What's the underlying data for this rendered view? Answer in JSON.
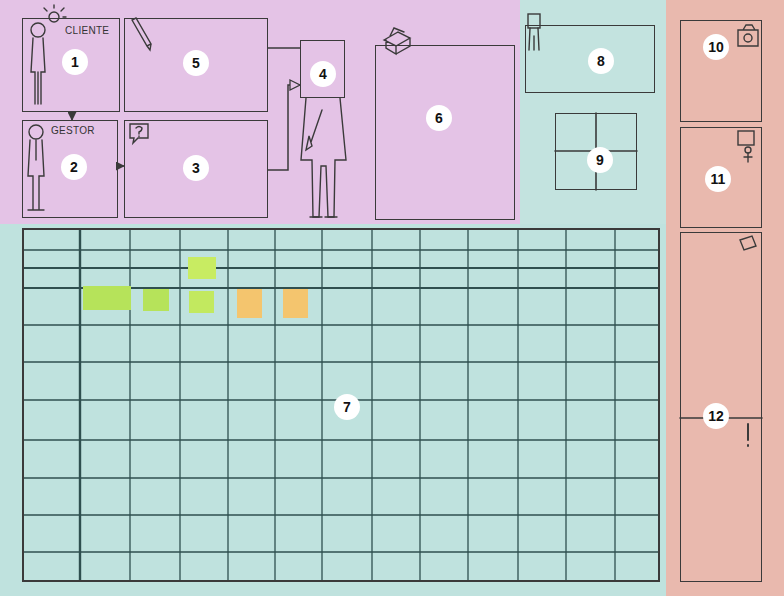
{
  "diagram": {
    "nodes": [
      {
        "text": [
          "CLIENTE",
          "1"
        ]
      },
      {
        "text": [
          "GESTOR",
          "2"
        ]
      },
      {
        "text": [
          "3"
        ]
      },
      {
        "text": [
          "4"
        ]
      },
      {
        "text": [
          "5"
        ]
      },
      {
        "text": [
          "6"
        ]
      },
      {
        "text": [
          "7"
        ]
      },
      {
        "text": [
          "8"
        ]
      },
      {
        "text": [
          "9"
        ]
      },
      {
        "text": [
          "10"
        ]
      },
      {
        "text": [
          "11"
        ]
      },
      {
        "text": [
          "12"
        ]
      }
    ],
    "edges": [
      {
        "from": 0,
        "to": 1,
        "arrow": "to"
      },
      {
        "from": 1,
        "to": 2,
        "arrow": "to"
      },
      {
        "from": 4,
        "to": 3,
        "arrow": "none"
      },
      {
        "from": 2,
        "to": 3,
        "arrow": "to"
      }
    ]
  }
}
